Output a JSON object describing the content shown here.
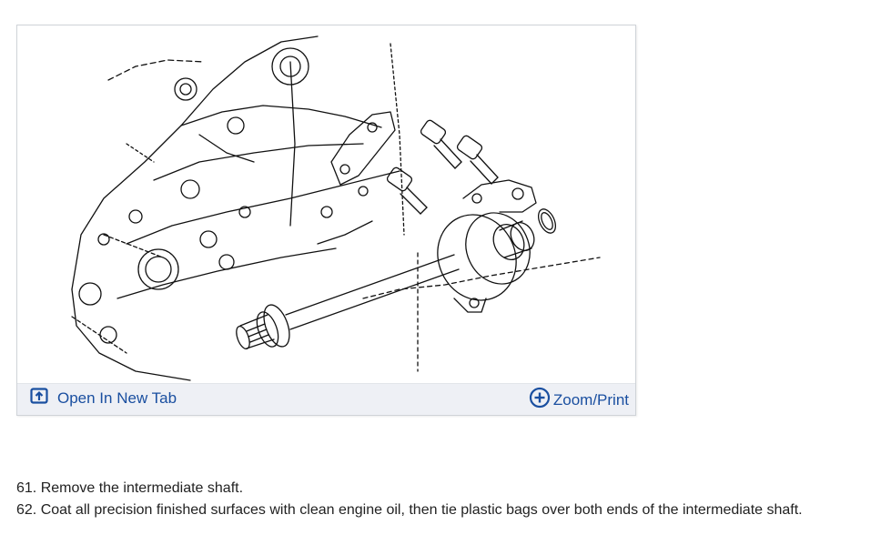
{
  "figure": {
    "open_label": "Open In New Tab",
    "zoom_label": "Zoom/Print",
    "open_icon": "open-in-new-tab-icon",
    "zoom_icon": "zoom-plus-icon"
  },
  "steps": [
    {
      "text": "61. Remove the intermediate shaft."
    },
    {
      "text": "62. Coat all precision finished surfaces with clean engine oil, then tie plastic bags over both ends of the intermediate shaft."
    }
  ],
  "colors": {
    "link": "#1a4fa0",
    "toolbar_bg": "#eef0f5",
    "border": "#cfd3d8"
  }
}
